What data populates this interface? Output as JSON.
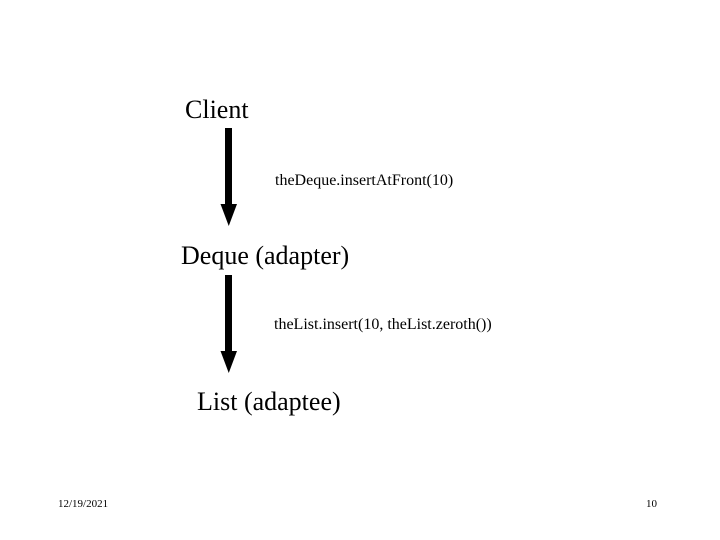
{
  "slide": {
    "background_color": "#ffffff",
    "ink_color": "#000000",
    "title": "",
    "nodes": [
      {
        "id": "client",
        "label": "Client"
      },
      {
        "id": "deque",
        "label": "Deque (adapter)"
      },
      {
        "id": "list",
        "label": "List (adaptee)"
      }
    ],
    "arrows": [
      {
        "id": "arrow-client-to-deque",
        "direction": "down",
        "icon": "down-arrow-icon"
      },
      {
        "id": "arrow-deque-to-list",
        "direction": "down",
        "icon": "down-arrow-icon"
      }
    ],
    "messages": [
      {
        "id": "msg-1",
        "text": "theDeque.insertAtFront(10)"
      },
      {
        "id": "msg-2",
        "text": "theList.insert(10, theList.zeroth())"
      }
    ]
  },
  "footer": {
    "date": "12/19/2021",
    "page_number": "10"
  }
}
